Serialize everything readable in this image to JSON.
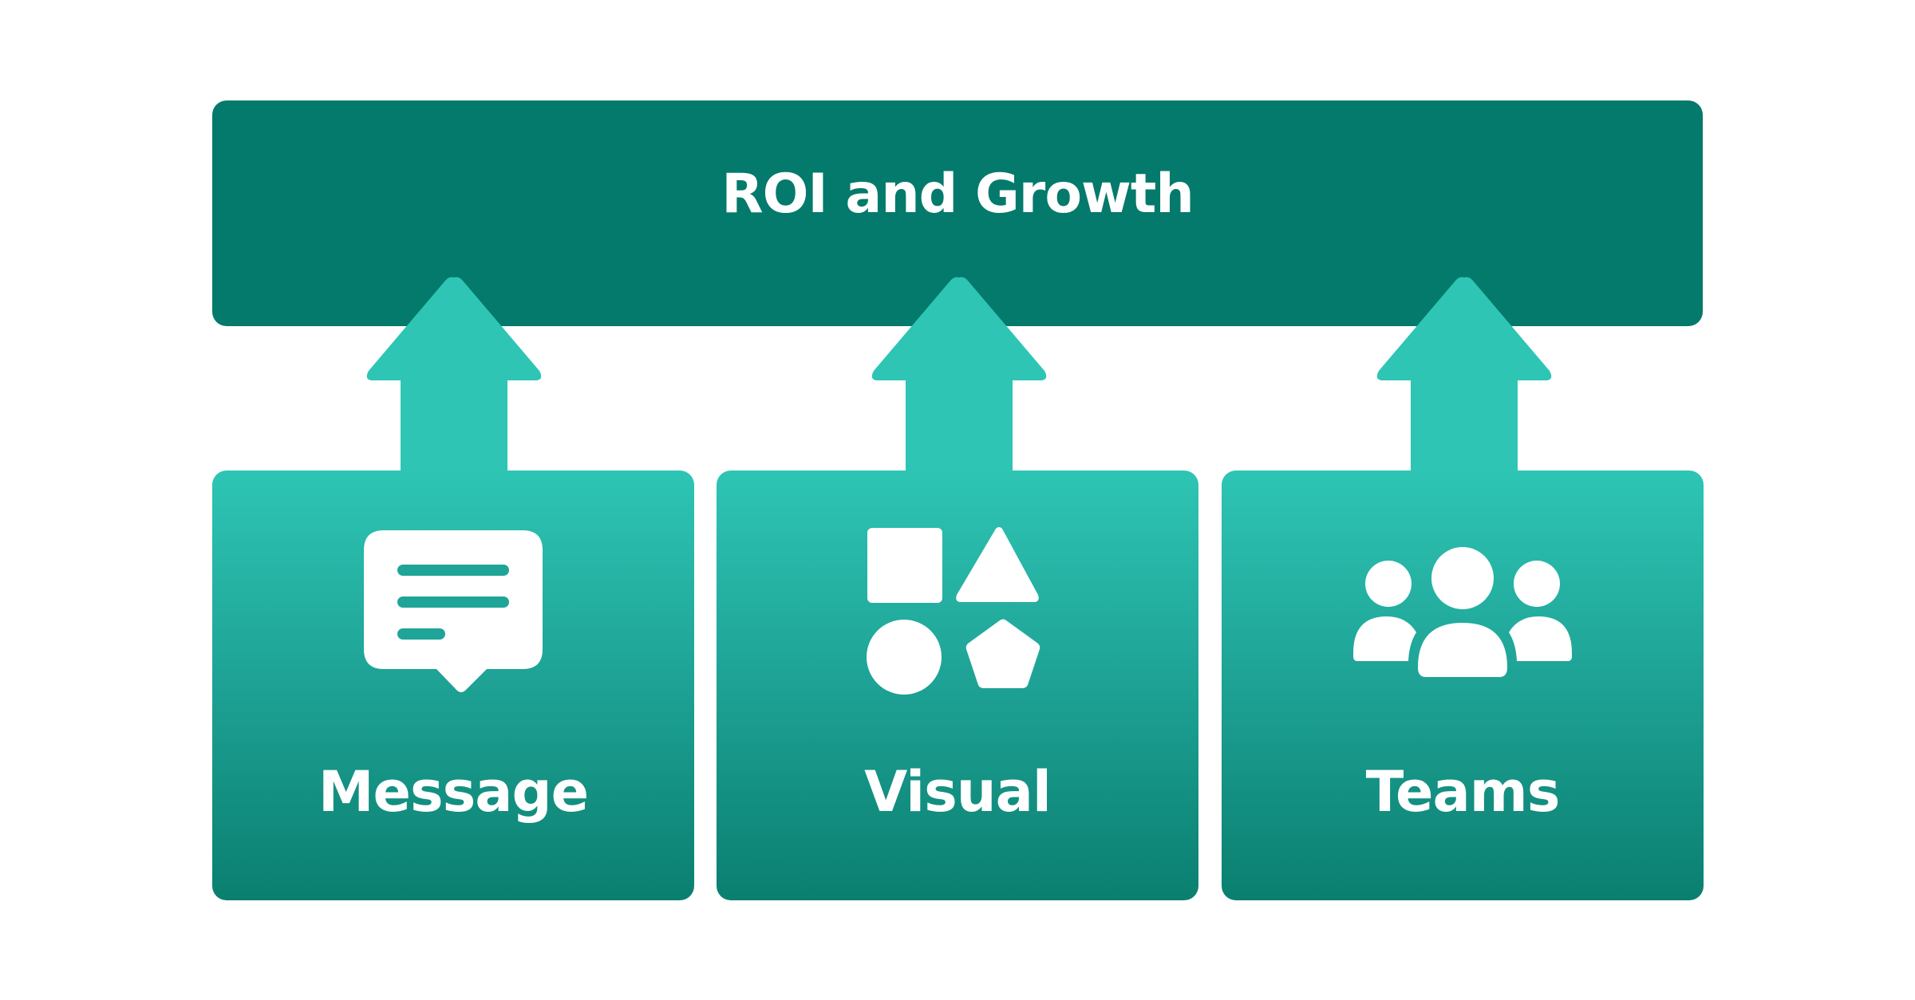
{
  "colors": {
    "dark_teal": "#037a6c",
    "light_teal": "#2ec5b4",
    "white": "#ffffff"
  },
  "top": {
    "title": "ROI and Growth"
  },
  "boxes": [
    {
      "label": "Message",
      "icon": "message-icon"
    },
    {
      "label": "Visual",
      "icon": "shapes-icon"
    },
    {
      "label": "Teams",
      "icon": "team-icon"
    }
  ]
}
